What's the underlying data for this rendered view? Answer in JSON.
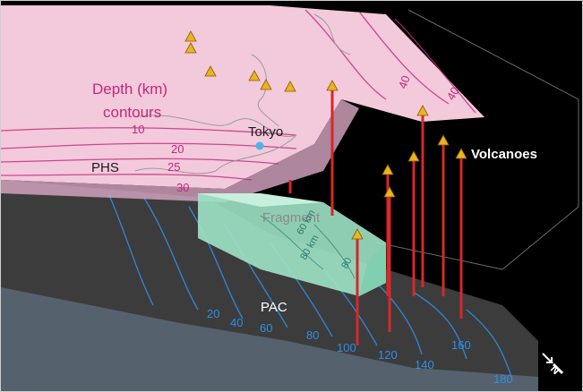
{
  "labels": {
    "depth_title_line1": "Depth (km)",
    "depth_title_line2": "contours",
    "tokyo": "Tokyo",
    "phs": "PHS",
    "pac": "PAC",
    "fragment": "Fragment",
    "volcanoes": "Volcanoes"
  },
  "phs_contours": [
    "10",
    "20",
    "25",
    "30",
    "40",
    "40"
  ],
  "pac_contours": [
    "20",
    "40",
    "60",
    "80",
    "100",
    "120",
    "140",
    "160",
    "180"
  ],
  "fragment_contours": [
    "60 km",
    "80 km",
    "80"
  ],
  "colors": {
    "phs_plate": "#f3c9dc",
    "pac_plate": "#3c3c3c",
    "fragment": "#9fe3c7",
    "contour_pink": "#c0287a",
    "contour_blue": "#2e8fe6",
    "volcano_line": "#d6282a",
    "volcano_marker": "#e8b521",
    "tokyo_dot": "#4fb3e6"
  },
  "icons": {
    "north_arrow": "north-arrow-icon",
    "volcano_marker": "volcano-triangle-icon"
  }
}
